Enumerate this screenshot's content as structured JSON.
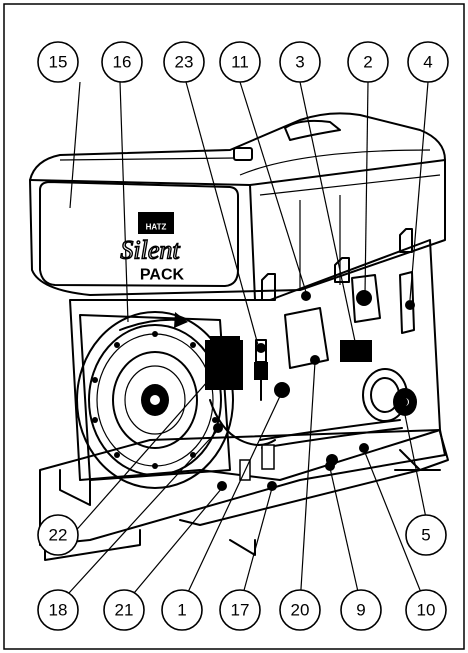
{
  "figure": {
    "brand": {
      "maker": "HATZ",
      "product_line1": "Silent",
      "product_line2": "PACK"
    },
    "callouts_top": [
      "15",
      "16",
      "23",
      "11",
      "3",
      "2",
      "4"
    ],
    "callouts_bottom": [
      "18",
      "21",
      "1",
      "17",
      "20",
      "9",
      "10"
    ],
    "callouts_side": [
      "22",
      "5"
    ],
    "marker_fill": "#000000"
  }
}
